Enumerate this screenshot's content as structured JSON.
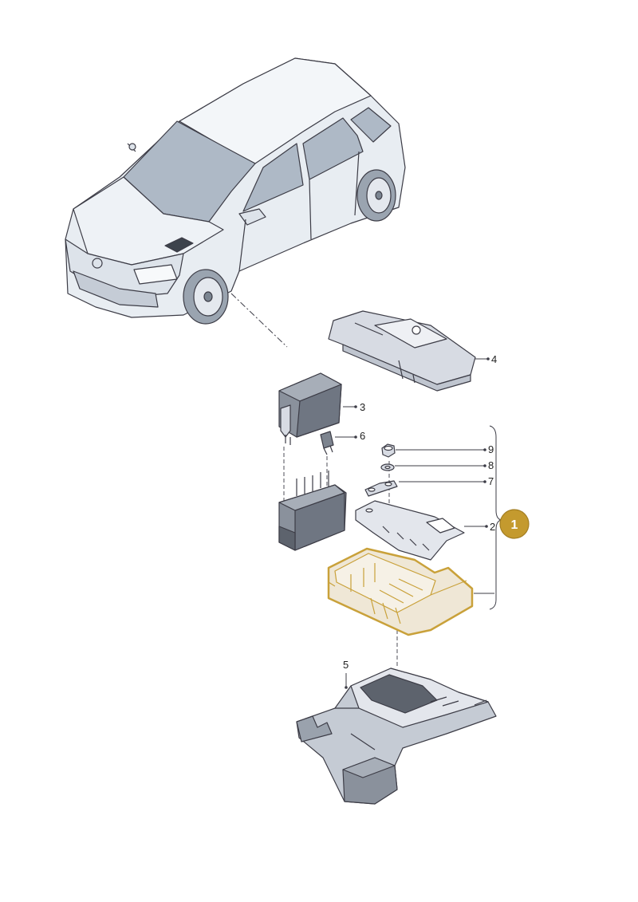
{
  "callouts": {
    "c1": "1",
    "c2": "2",
    "c3": "3",
    "c4": "4",
    "c5": "5",
    "c6": "6",
    "c7": "7",
    "c8": "8",
    "c9": "9"
  },
  "colors": {
    "line": "#3c3c46",
    "car_body": "#e8edf2",
    "car_glass": "#aeb9c6",
    "part_fill": "#d7dbe3",
    "part_dark": "#8a919c",
    "highlight_fill": "#efe7d6",
    "highlight_stroke": "#c9a13a",
    "badge": "#c49a2e"
  }
}
